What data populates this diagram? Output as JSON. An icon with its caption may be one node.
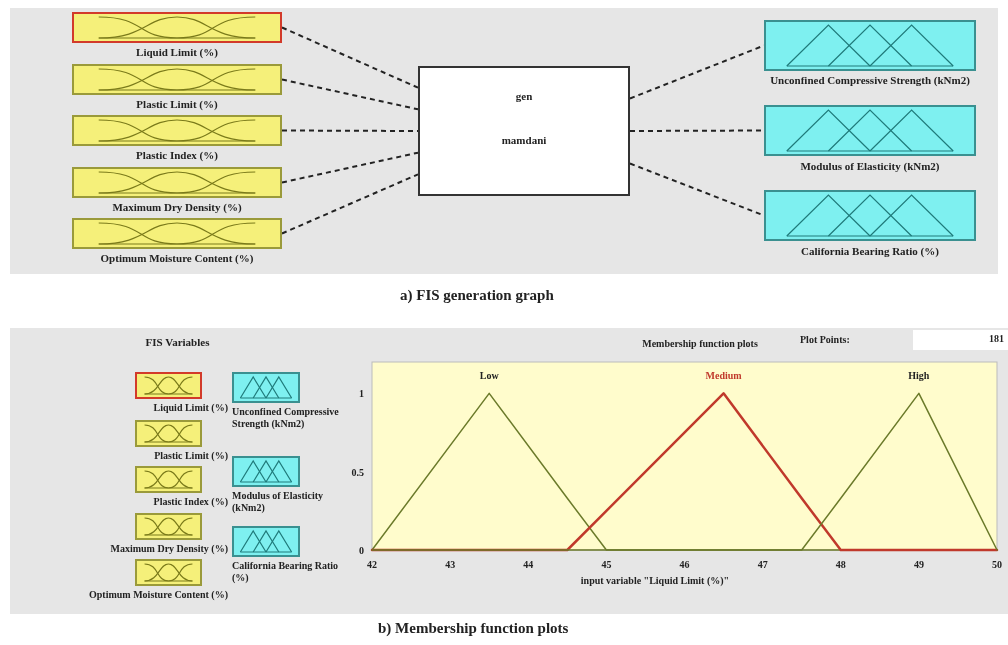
{
  "diagram": {
    "nodes": [
      {
        "text": [
          "Liquid Limit (%)"
        ]
      },
      {
        "text": [
          "Plastic Limit (%)"
        ]
      },
      {
        "text": [
          "Plastic Index (%)"
        ]
      },
      {
        "text": [
          "Maximum Dry Density (%)"
        ]
      },
      {
        "text": [
          "Optimum Moisture Content (%)"
        ]
      },
      {
        "text": [
          "gen",
          "mamdani"
        ]
      },
      {
        "text": [
          "Unconfined Compressive Strength (kNm2)"
        ]
      },
      {
        "text": [
          "Modulus of Elasticity (kNm2)"
        ]
      },
      {
        "text": [
          "California Bearing Ratio (%)"
        ]
      },
      {
        "text": [
          "FIS Variables"
        ]
      },
      {
        "text": [
          "Liquid Limit (%)"
        ],
        "in": 9
      },
      {
        "text": [
          "Plastic Limit (%)"
        ],
        "in": 9
      },
      {
        "text": [
          "Plastic Index (%)"
        ],
        "in": 9
      },
      {
        "text": [
          "Maximum Dry Density (%)"
        ],
        "in": 9
      },
      {
        "text": [
          "Optimum Moisture Content (%)"
        ],
        "in": 9
      },
      {
        "text": [
          "Unconfined Compressive Strength (kNm2)"
        ],
        "in": 9
      },
      {
        "text": [
          "Modulus of Elasticity (kNm2)"
        ],
        "in": 9
      },
      {
        "text": [
          "California Bearing Ratio (%)"
        ],
        "in": 9
      }
    ],
    "edges": [
      {
        "from": 0,
        "to": 5,
        "arrow": "none",
        "style": "dashed"
      },
      {
        "from": 1,
        "to": 5,
        "arrow": "none",
        "style": "dashed"
      },
      {
        "from": 2,
        "to": 5,
        "arrow": "none",
        "style": "dashed"
      },
      {
        "from": 3,
        "to": 5,
        "arrow": "none",
        "style": "dashed"
      },
      {
        "from": 4,
        "to": 5,
        "arrow": "none",
        "style": "dashed"
      },
      {
        "from": 5,
        "to": 6,
        "arrow": "none",
        "style": "dashed"
      },
      {
        "from": 5,
        "to": 7,
        "arrow": "none",
        "style": "dashed"
      },
      {
        "from": 5,
        "to": 8,
        "arrow": "none",
        "style": "dashed"
      }
    ],
    "labels": [
      "a) FIS generation graph",
      "Plot Points:",
      "181",
      "b) Membership function plots"
    ],
    "chart_data": {
      "type": "line",
      "title": "Membership function plots",
      "xlabel": "input variable \"Liquid Limit (%)\"",
      "x": [
        42,
        43.5,
        44.5,
        45,
        46.5,
        47.5,
        48,
        49,
        50
      ],
      "series": [
        {
          "name": "Low",
          "color": "#6b7a2a",
          "values": [
            0,
            1,
            0.33,
            0,
            0,
            0,
            0,
            0,
            0
          ]
        },
        {
          "name": "Medium",
          "color": "#c0392b",
          "values": [
            0,
            0,
            0,
            0.25,
            1,
            0.33,
            0,
            0,
            0
          ]
        },
        {
          "name": "High",
          "color": "#6b7a2a",
          "values": [
            0,
            0,
            0,
            0,
            0,
            0,
            0.33,
            1,
            0
          ]
        }
      ],
      "xlim": [
        42,
        50
      ],
      "ylim": [
        0,
        1.2
      ],
      "xticks": [
        42,
        43,
        44,
        45,
        46,
        47,
        48,
        49,
        50
      ],
      "yticks": [
        0,
        0.5,
        1
      ]
    }
  }
}
